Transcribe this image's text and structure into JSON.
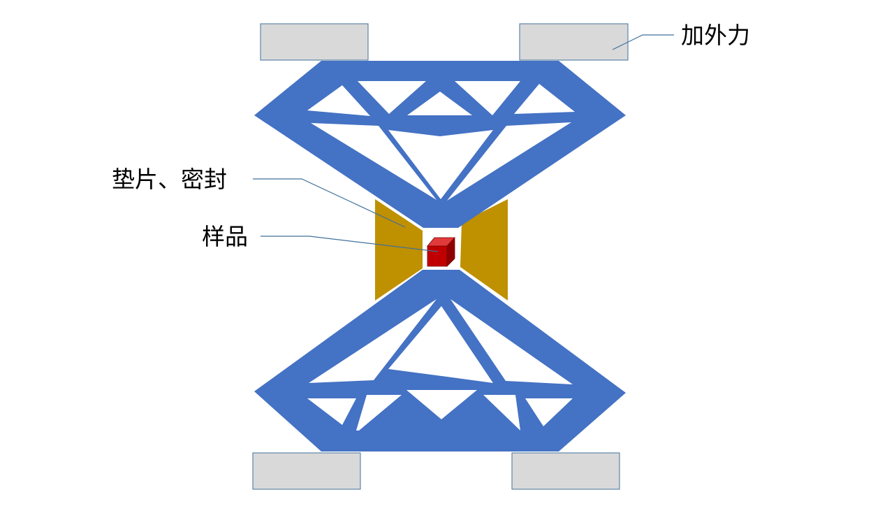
{
  "labels": {
    "external_force": "加外力",
    "gasket_seal": "垫片、密封",
    "sample": "样品"
  },
  "colors": {
    "anvil_blue": "#4472C4",
    "gasket_gold": "#BF9000",
    "sample_red": "#C00000",
    "sample_top": "#E03A3A",
    "sample_side": "#8E0000",
    "pad_gray": "#D9D9D9",
    "pad_border": "#41719C",
    "leader_line": "#41719C"
  },
  "icons": {
    "sample": "red-cube-icon",
    "pad": "pressure-block"
  }
}
